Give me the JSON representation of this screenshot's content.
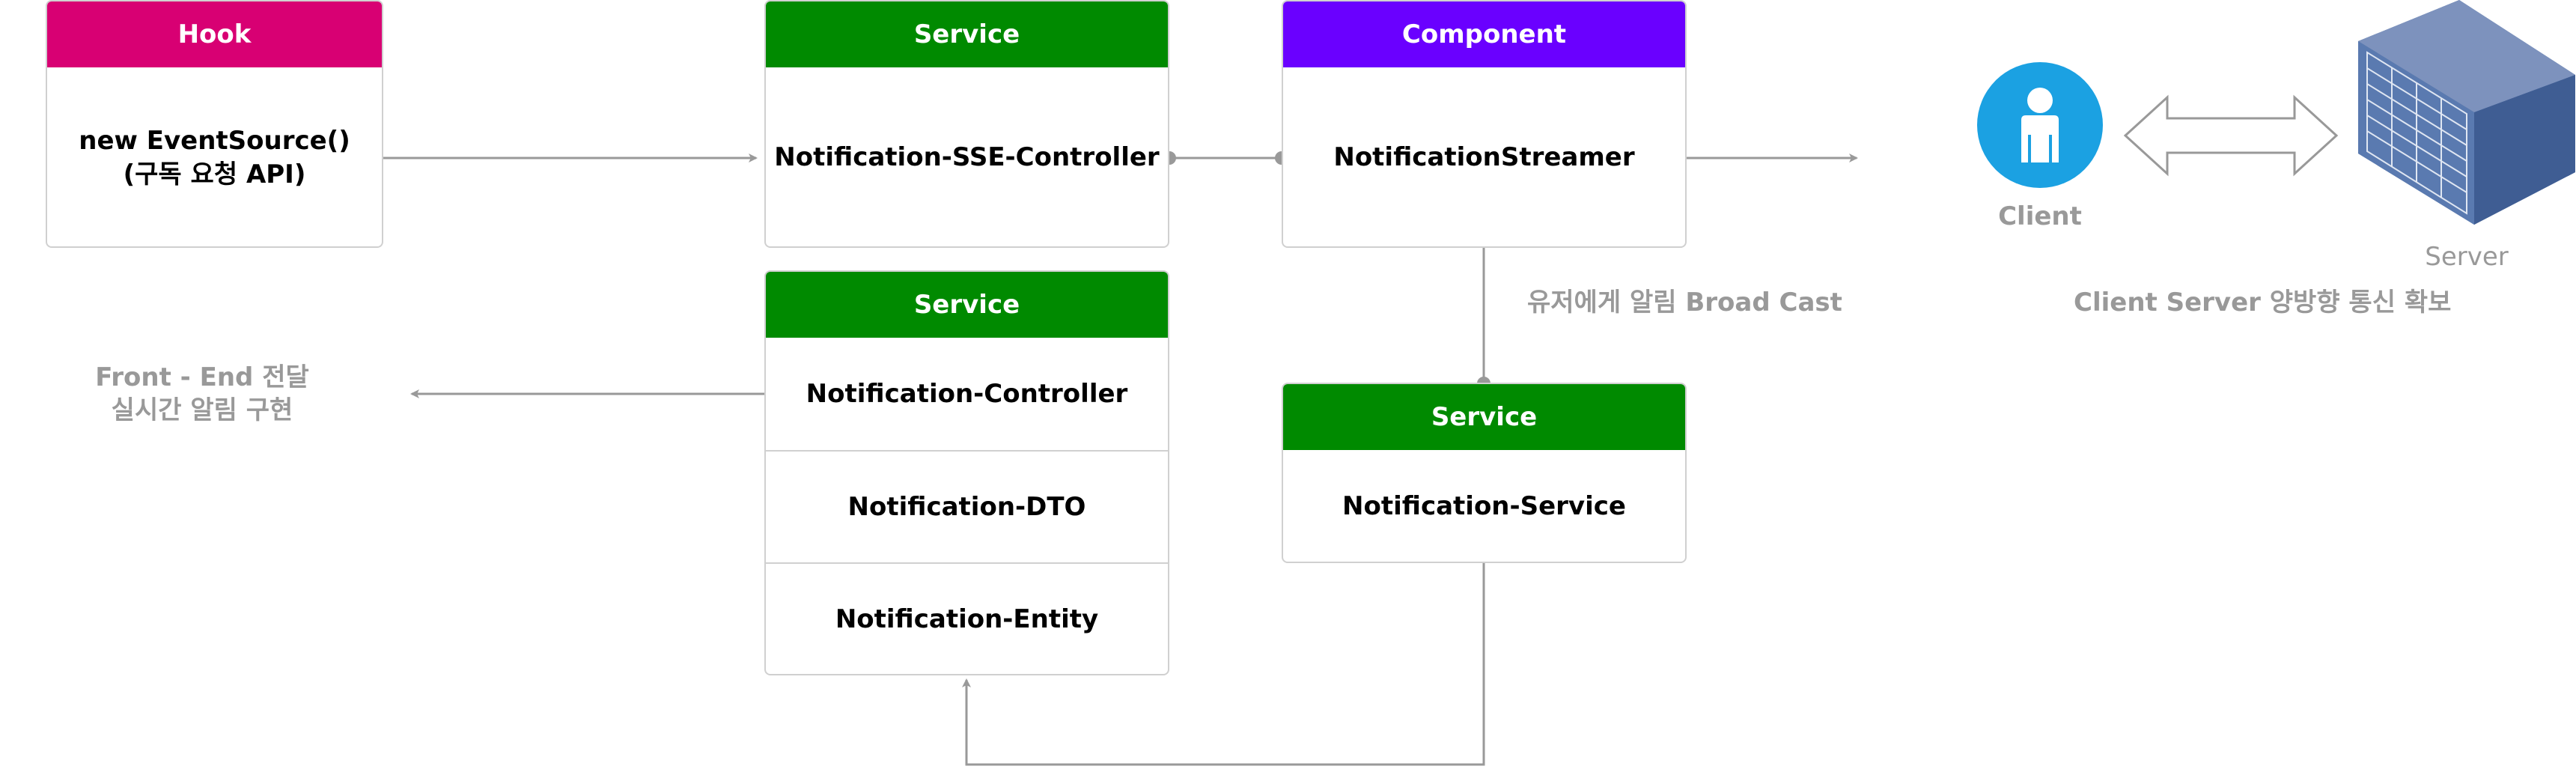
{
  "cards": {
    "hook": {
      "header": "Hook",
      "rows": [
        "new EventSource()\n(구독 요청 API)"
      ],
      "color": "#d80073"
    },
    "sse_service": {
      "header": "Service",
      "rows": [
        "Notification-SSE-Controller"
      ],
      "color": "#008a00"
    },
    "component": {
      "header": "Component",
      "rows": [
        "NotificationStreamer"
      ],
      "color": "#6a00ff"
    },
    "notification_service": {
      "header": "Service",
      "rows": [
        "Notification-Controller",
        "Notification-DTO",
        "Notification-Entity"
      ],
      "color": "#008a00"
    },
    "service_small": {
      "header": "Service",
      "rows": [
        "Notification-Service"
      ],
      "color": "#008a00"
    }
  },
  "labels": {
    "front_end": "Front - End 전달\n실시간 알림 구현",
    "broadcast": "유저에게 알림 Broad Cast",
    "client": "Client",
    "server": "Server",
    "two_way": "Client Server 양방향 통신 확보"
  },
  "icons": {
    "client": "user-icon",
    "server": "server-rack-icon",
    "double_arrow": "double-arrow-icon"
  },
  "colors": {
    "edge": "#999999",
    "client_icon": "#1ba1e2",
    "server_face": "#5a7ab0"
  }
}
